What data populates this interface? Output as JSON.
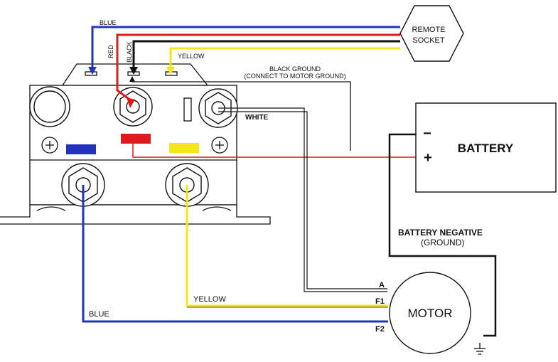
{
  "wire_labels": {
    "blue_top": "BLUE",
    "red_vertical": "RED",
    "black_vertical": "BLACK",
    "yellow_top": "YELLOW",
    "black_ground_line1": "BLACK GROUND",
    "black_ground_line2": "(CONNECT TO MOTOR GROUND)",
    "white": "WHITE",
    "yellow_bottom": "YELLOW",
    "blue_bottom": "BLUE"
  },
  "remote_socket": {
    "line1": "REMOTE",
    "line2": "SOCKET"
  },
  "battery": {
    "label": "BATTERY",
    "neg_sign": "−",
    "pos_sign": "+"
  },
  "battery_negative": {
    "line1": "BATTERY NEGATIVE",
    "line2": "(GROUND)"
  },
  "motor": {
    "label": "MOTOR",
    "terminals": {
      "a": "A",
      "f1": "F1",
      "f2": "F2"
    }
  },
  "colors": {
    "blue": "#2233bb",
    "red": "#e01a1a",
    "yellow": "#f4e61a",
    "black": "#111111"
  }
}
